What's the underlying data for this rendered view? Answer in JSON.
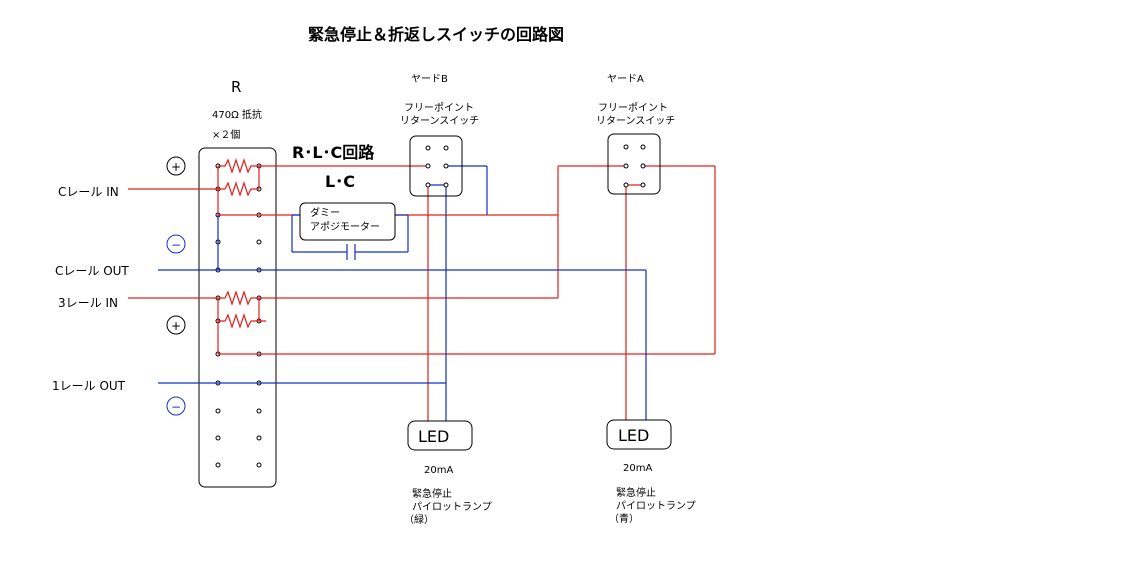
{
  "title": "緊急停止＆折返しスイッチの回路図",
  "resistor": {
    "label": "R",
    "spec_line1": "470Ω 抵抗",
    "spec_line2": "×２個"
  },
  "rlc_label": "R･L･C回路",
  "lc_label": "L･C",
  "dummy_motor": {
    "line1": "ダミー",
    "line2": "アポジモーター"
  },
  "rails": {
    "c_in": "Cレール  IN",
    "c_out": "Cレール  OUT",
    "r3_in": "3レール  IN",
    "r1_out": "1レール  OUT"
  },
  "polarity": {
    "plus": "+",
    "minus": "−"
  },
  "yard_b": {
    "label": "ヤードB",
    "switch_line1": "フリーポイント",
    "switch_line2": "リターンスイッチ",
    "led": "LED",
    "current": "20mA",
    "note_line1": "緊急停止",
    "note_line2": "パイロットランプ",
    "note_line3": "（緑）"
  },
  "yard_a": {
    "label": "ヤードA",
    "switch_line1": "フリーポイント",
    "switch_line2": "リターンスイッチ",
    "led": "LED",
    "current": "20mA",
    "note_line1": "緊急停止",
    "note_line2": "パイロットランプ",
    "note_line3": "（青）"
  },
  "colors": {
    "red_wire": "#e0201c",
    "blue_wire": "#1030c8"
  }
}
